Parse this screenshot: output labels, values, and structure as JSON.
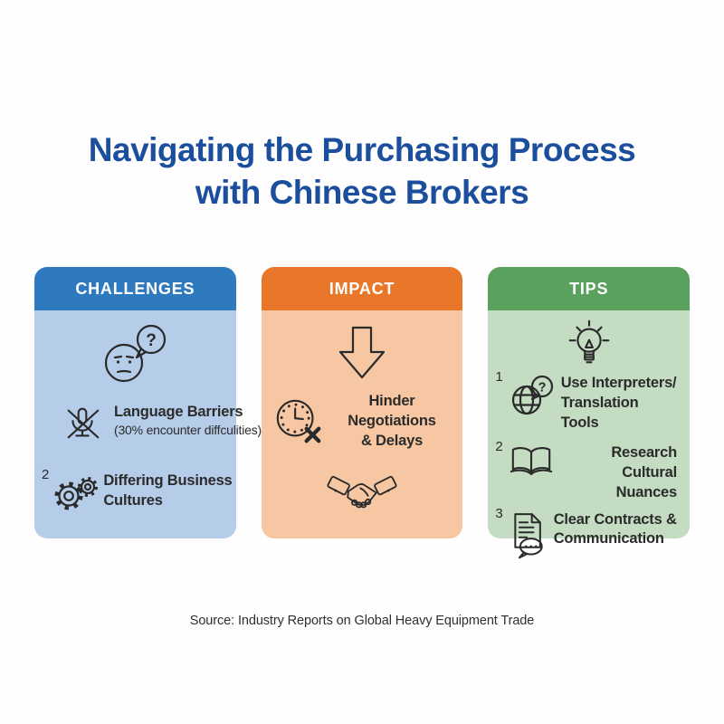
{
  "title": {
    "line1": "Navigating the Purchasing Process",
    "line2": "with Chinese Brokers"
  },
  "source": "Source: Industry Reports on Global Heavy Equipment Trade",
  "colors": {
    "background": "#fefefe",
    "title_text": "#1b4f9e",
    "header_text": "#ffffff",
    "body_text": "#2b2b2b",
    "icon_stroke": "#2a2a2a",
    "challenges_header": "#2f7abe",
    "challenges_body": "#b6cde9",
    "impact_header": "#e9772a",
    "impact_body": "#f6c7a2",
    "tips_header": "#5ba15e",
    "tips_body": "#c3dcc2"
  },
  "challenges": {
    "header": "CHALLENGES",
    "top_icon": "confused-face-question-icon",
    "items": [
      {
        "number": "",
        "icon": "muted-microphone-icon",
        "line1": "Language Barriers",
        "line2": "(30% encounter diffculities)"
      },
      {
        "number": "2",
        "icon": "gears-icon",
        "line1": "Differing Business",
        "line2": "Cultures"
      }
    ]
  },
  "impact": {
    "header": "IMPACT",
    "top_icon": "down-arrow-icon",
    "item": {
      "icon": "clock-cancel-icon",
      "line1": "Hinder Negotiations",
      "line2": "& Delays"
    },
    "bottom_icon": "handshake-icon"
  },
  "tips": {
    "header": "TIPS",
    "top_icon": "lightbulb-icon",
    "items": [
      {
        "number": "1",
        "icon": "globe-question-icon",
        "line1": "Use Interpreters/",
        "line2": "Translation Tools"
      },
      {
        "number": "2",
        "icon": "open-book-icon",
        "line1": "Research Cultural",
        "line2": "Nuances"
      },
      {
        "number": "3",
        "icon": "document-chat-icon",
        "line1": "Clear Contracts &",
        "line2": "Communication"
      }
    ]
  }
}
